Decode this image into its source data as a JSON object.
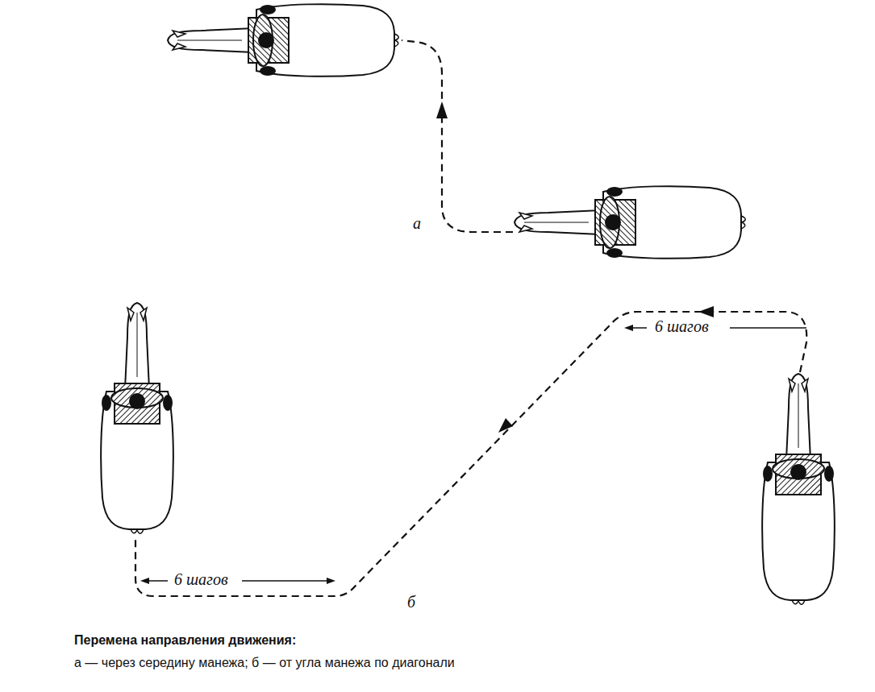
{
  "diagram": {
    "caption": "Перемена направления движения:",
    "labels": [
      "а",
      "6 шагов",
      "6 шагов",
      "б",
      "а — через середину манежа; б — от угла манежа по диагонали"
    ]
  }
}
